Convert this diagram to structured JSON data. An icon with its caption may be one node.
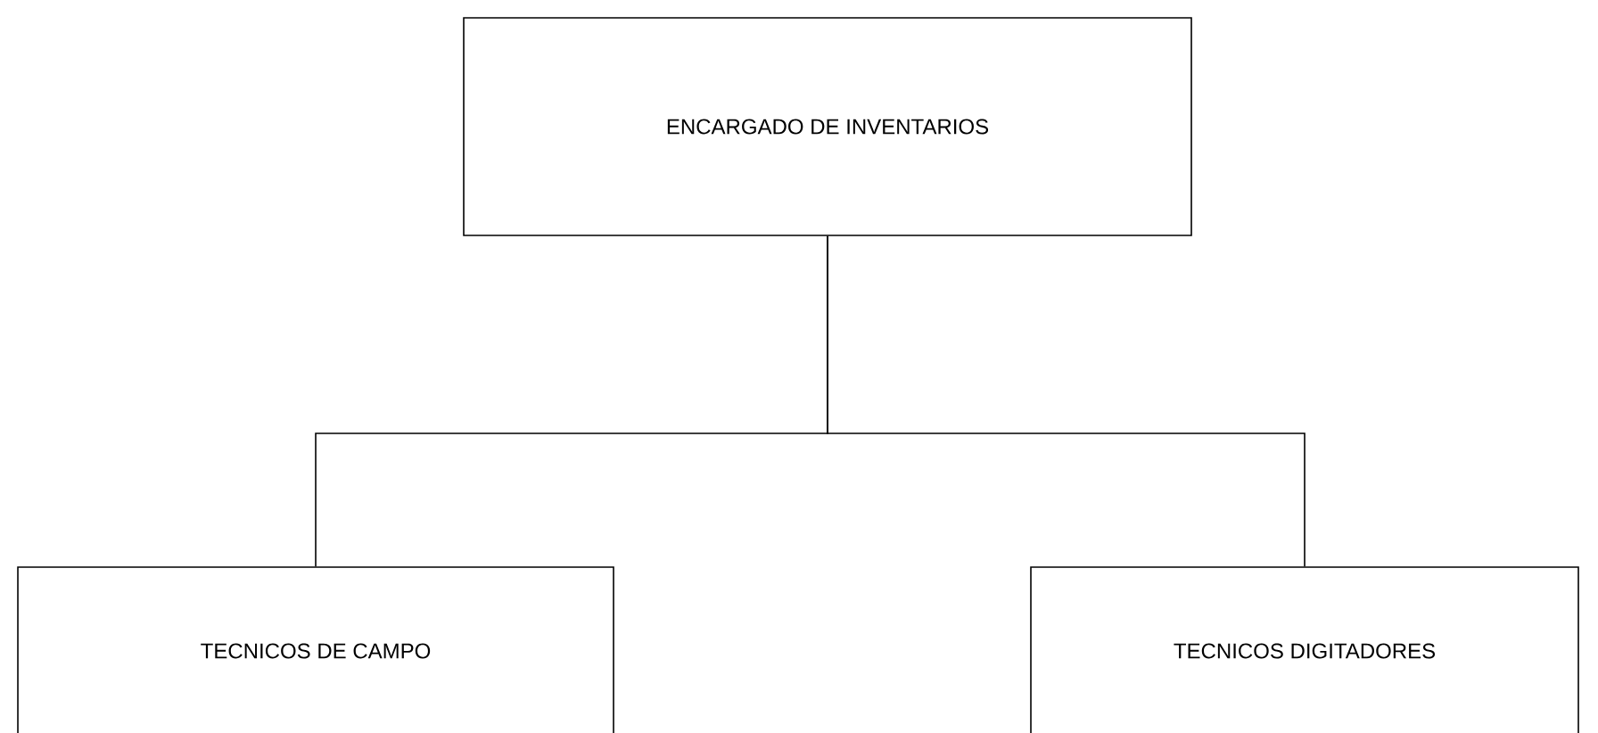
{
  "diagram": {
    "nodes": [
      {
        "text": [
          "ENCARGADO DE INVENTARIOS"
        ]
      },
      {
        "text": [
          "TECNICOS DE CAMPO"
        ]
      },
      {
        "text": [
          "TECNICOS DIGITADORES"
        ]
      }
    ],
    "edges": [
      {
        "from": 0,
        "to": 1,
        "arrow": "none"
      },
      {
        "from": 0,
        "to": 2,
        "arrow": "none"
      }
    ]
  }
}
